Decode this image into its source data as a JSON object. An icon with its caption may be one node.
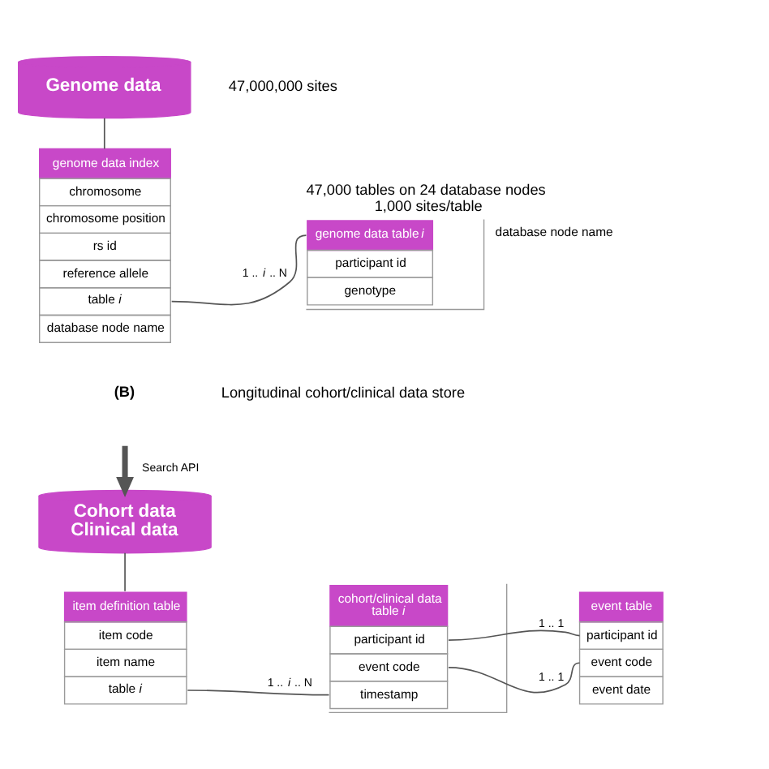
{
  "diagram": {
    "nodes": [
      {
        "text": [
          "Genome data"
        ],
        "beside": [
          "47,000,000 sites"
        ]
      },
      {
        "text": [
          "genome data index",
          "chromosome",
          "chromosome position",
          "rs id",
          "reference allele",
          "table *i*",
          "database node name"
        ]
      },
      {
        "text": [
          "genome data table *i*",
          "participant id",
          "genotype"
        ],
        "beside": [
          "47,000 tables on 24 database nodes",
          "1,000 sites/table",
          "database node name"
        ]
      },
      {
        "text": [
          "Cohort data",
          "Clinical data"
        ]
      },
      {
        "text": [
          "item definition table",
          "item code",
          "item name",
          "table *i*"
        ]
      },
      {
        "text": [
          "cohort/clinical data table *i*",
          "participant id",
          "event code",
          "timestamp"
        ]
      },
      {
        "text": [
          "event table",
          "participant id",
          "event code",
          "event date"
        ]
      }
    ],
    "edges": [
      {
        "from": 0,
        "to": 1,
        "arrow": "none"
      },
      {
        "from": 1,
        "to": 2,
        "arrow": "none",
        "label": "1 .. *i* .. N"
      },
      {
        "from": null,
        "to": 3,
        "arrow": "to",
        "label": "Search API",
        "style": "thick"
      },
      {
        "from": 3,
        "to": 4,
        "arrow": "none"
      },
      {
        "from": 4,
        "to": 5,
        "arrow": "none",
        "label": "1 .. *i* .. N"
      },
      {
        "from": 5,
        "to": 6,
        "arrow": "none",
        "label": "1 .. 1"
      },
      {
        "from": 5,
        "to": 6,
        "arrow": "none",
        "label": "1 .. 1"
      }
    ],
    "labels": [
      "(B)",
      "Longitudinal cohort/clinical data store"
    ]
  }
}
